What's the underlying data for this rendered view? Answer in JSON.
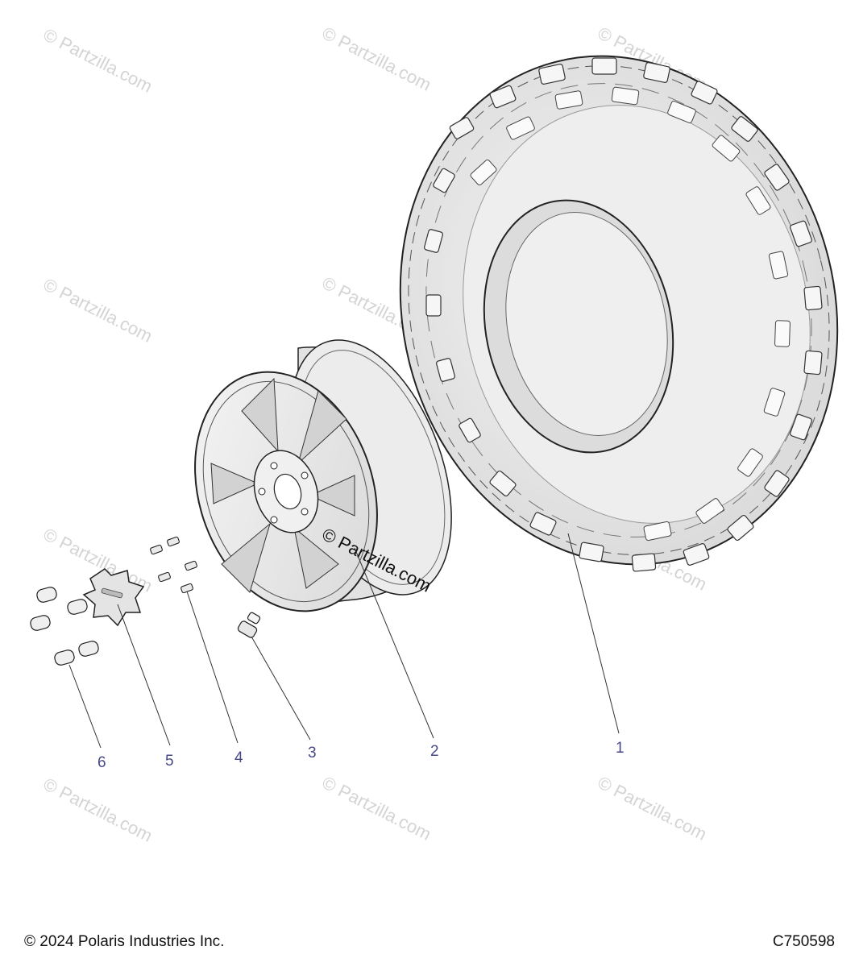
{
  "watermark": {
    "text": "© Partzilla.com",
    "color": "#d4d4d4"
  },
  "parts": [
    {
      "number": "1",
      "name": "tire"
    },
    {
      "number": "2",
      "name": "wheel-rim"
    },
    {
      "number": "3",
      "name": "valve-stem"
    },
    {
      "number": "4",
      "name": "hub-screw"
    },
    {
      "number": "5",
      "name": "center-cap"
    },
    {
      "number": "6",
      "name": "lug-nut"
    }
  ],
  "callout_color": "#4a4a8a",
  "footer": {
    "copyright": "© 2024 Polaris Industries Inc.",
    "diagram_code": "C750598"
  }
}
